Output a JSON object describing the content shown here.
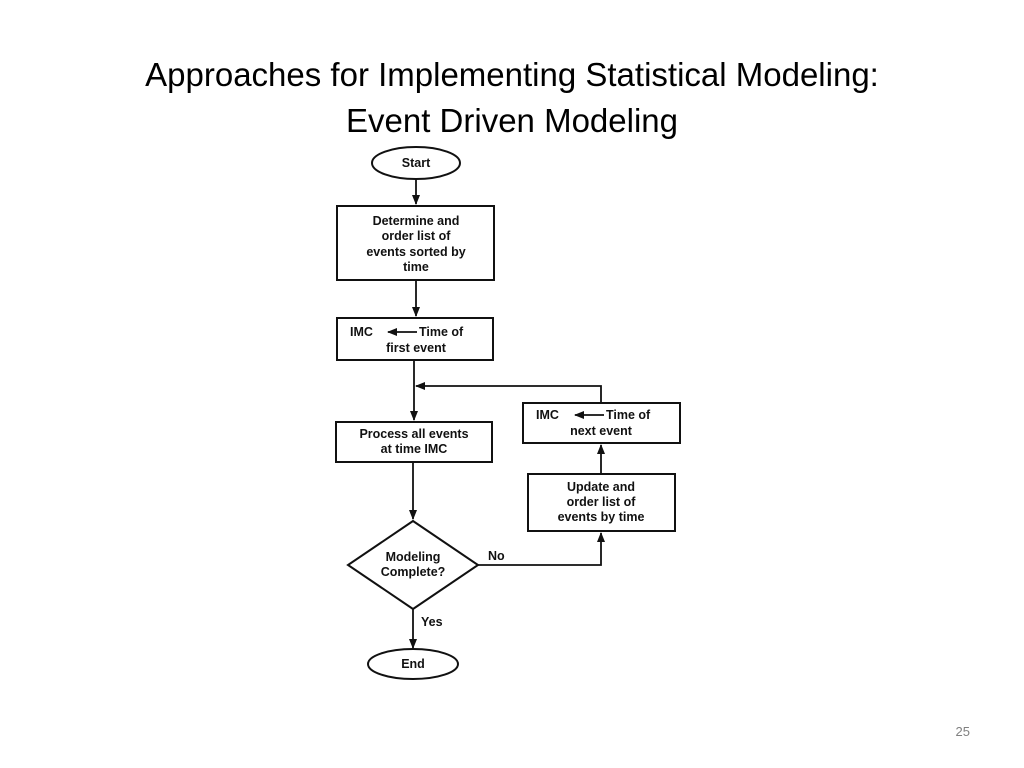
{
  "slide": {
    "title_line1": "Approaches for Implementing Statistical Modeling:",
    "title_line2": "Event Driven Modeling",
    "page_number": "25"
  },
  "flowchart": {
    "start": "Start",
    "determine": [
      "Determine and",
      "order list of",
      "events sorted by",
      "time"
    ],
    "imc_first": {
      "imc": "IMC",
      "rest1": "Time of",
      "line2": "first event"
    },
    "process": [
      "Process all events",
      "at time IMC"
    ],
    "decision": [
      "Modeling",
      "Complete?"
    ],
    "no_label": "No",
    "yes_label": "Yes",
    "update": [
      "Update and",
      "order list of",
      "events by time"
    ],
    "imc_next": {
      "imc": "IMC",
      "rest1": "Time of",
      "line2": "next event"
    },
    "end": "End"
  }
}
